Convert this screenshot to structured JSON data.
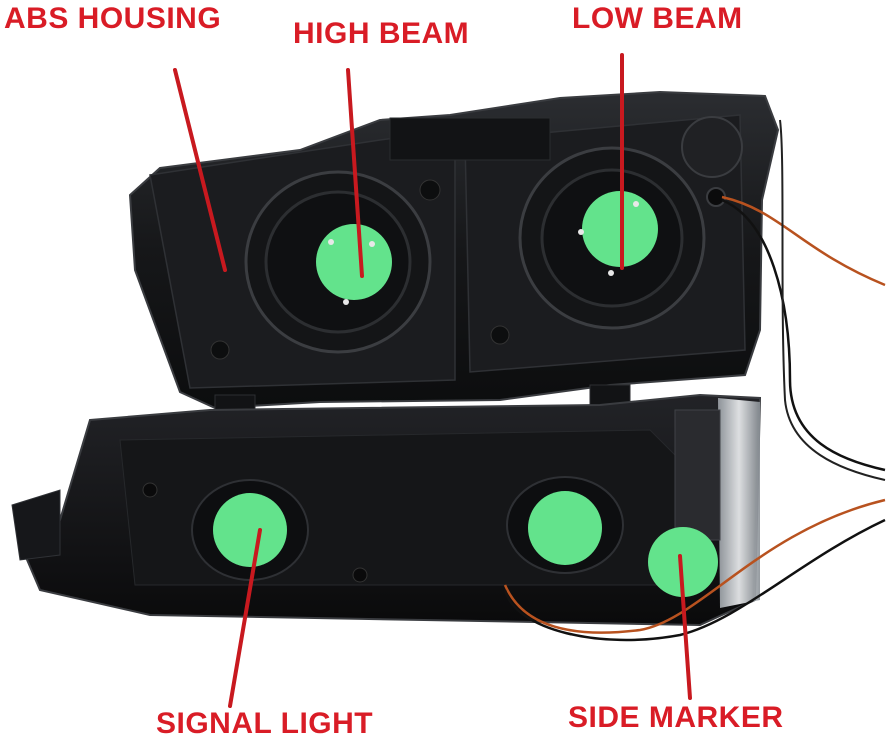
{
  "labels": {
    "abs_housing": "ABS HOUSING",
    "high_beam": "HIGH BEAM",
    "low_beam": "LOW BEAM",
    "signal_light": "SIGNAL LIGHT",
    "side_marker": "SIDE MARKER"
  },
  "colors": {
    "label": "#d91c26",
    "pointer": "#c8191f",
    "bulb": "#63e38c",
    "housing": "#1a1b1d",
    "housing_edge": "#3a3c40"
  }
}
